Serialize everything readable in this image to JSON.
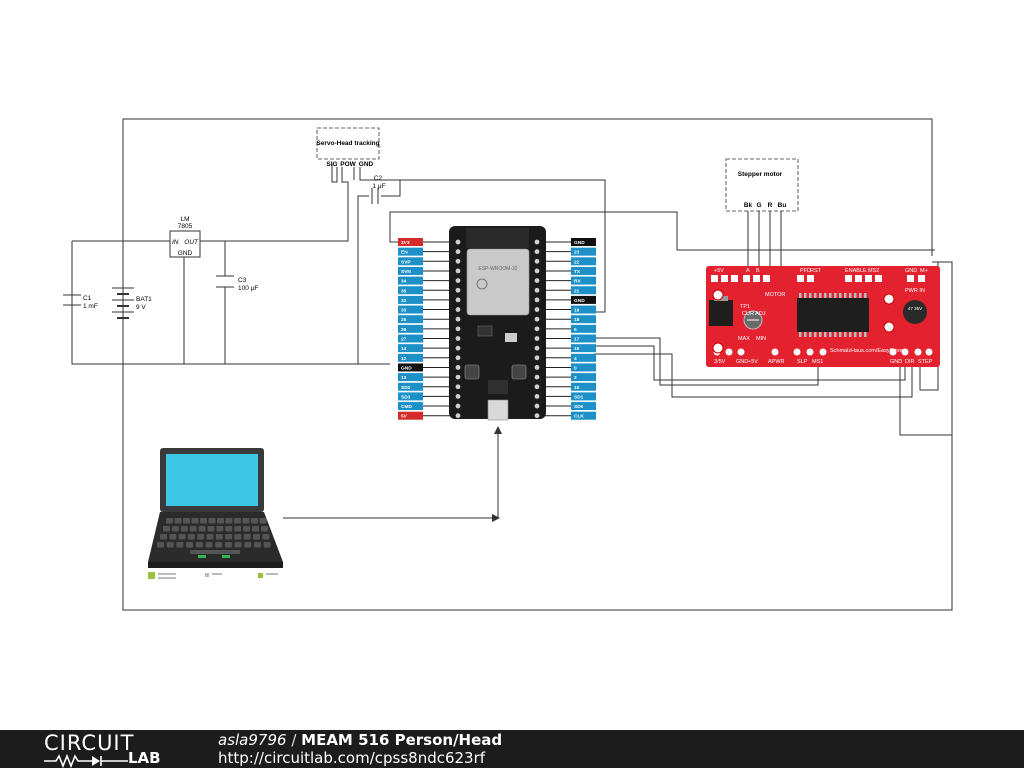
{
  "components": {
    "servo": {
      "label": "Servo-Head tracking",
      "pins": [
        "SIG",
        "POW",
        "GND"
      ]
    },
    "stepper": {
      "label": "Stepper motor",
      "pins": [
        "Bk",
        "G",
        "R",
        "Bu"
      ]
    },
    "c2": {
      "ref": "C2",
      "value": "1 µF"
    },
    "regulator": {
      "ref": "LM",
      "part": "7805",
      "pin_in": "IN",
      "pin_out": "OUT",
      "pin_gnd": "GND"
    },
    "c1": {
      "ref": "C1",
      "value": "1 mF"
    },
    "battery": {
      "ref": "BAT1",
      "value": "9 V"
    },
    "c3": {
      "ref": "C3",
      "value": "100 µF"
    },
    "esp32": {
      "left_pins": [
        "3V3",
        "EN",
        "SVP",
        "SVN",
        "34",
        "35",
        "32",
        "33",
        "25",
        "26",
        "27",
        "14",
        "12",
        "GND",
        "13",
        "SD2",
        "SD3",
        "CMD",
        "5V"
      ],
      "right_pins": [
        "GND",
        "23",
        "22",
        "TX",
        "RX",
        "21",
        "GND",
        "19",
        "18",
        "5",
        "17",
        "16",
        "4",
        "0",
        "2",
        "15",
        "SD1",
        "SD0",
        "CLK"
      ]
    },
    "easydriver": {
      "top_labels": [
        "+5V",
        "A",
        "B",
        "PFD",
        "RST",
        "ENABLE",
        "MS2",
        "GND",
        "M+"
      ],
      "bottom_labels": [
        "3/5V",
        "GND",
        "+5V",
        "APWR",
        "SLP",
        "MS1",
        "GND",
        "DIR",
        "STEP"
      ],
      "mid_labels": [
        "MOTOR",
        "TP1",
        "CUR ADJ",
        "MAX",
        "MIN",
        "PWR IN"
      ],
      "brand": "SchmalzHaus.com/EasyDriver",
      "cap": "47 35V"
    }
  },
  "footer": {
    "logo_top": "CIRCUIT",
    "logo_bottom": "LAB",
    "author": "asla9796",
    "separator": " / ",
    "title": "MEAM 516 Person/Head",
    "url": "http://circuitlab.com/cpss8ndc623rf"
  }
}
